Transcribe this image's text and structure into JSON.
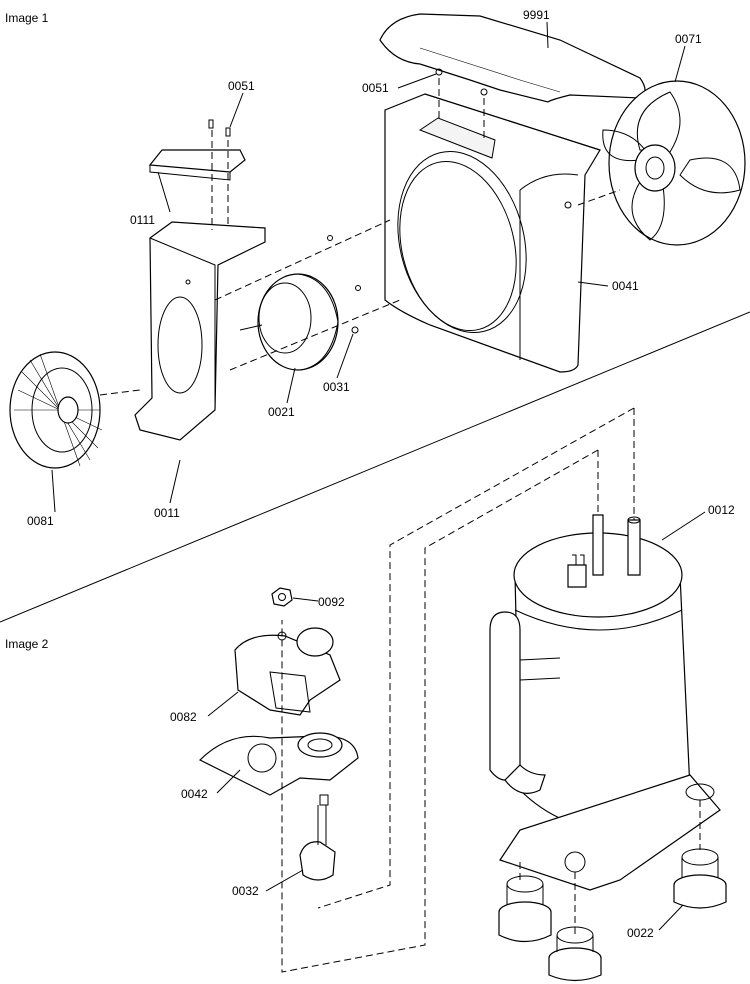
{
  "sections": {
    "image1": "Image 1",
    "image2": "Image 2"
  },
  "callouts": {
    "p9991": "9991",
    "p0071": "0071",
    "p0051a": "0051",
    "p0051b": "0051",
    "p0111": "0111",
    "p0041": "0041",
    "p0021": "0021",
    "p0031": "0031",
    "p0081": "0081",
    "p0011": "0011",
    "p0012": "0012",
    "p0092": "0092",
    "p0082": "0082",
    "p0042": "0042",
    "p0032": "0032",
    "p0022": "0022"
  }
}
